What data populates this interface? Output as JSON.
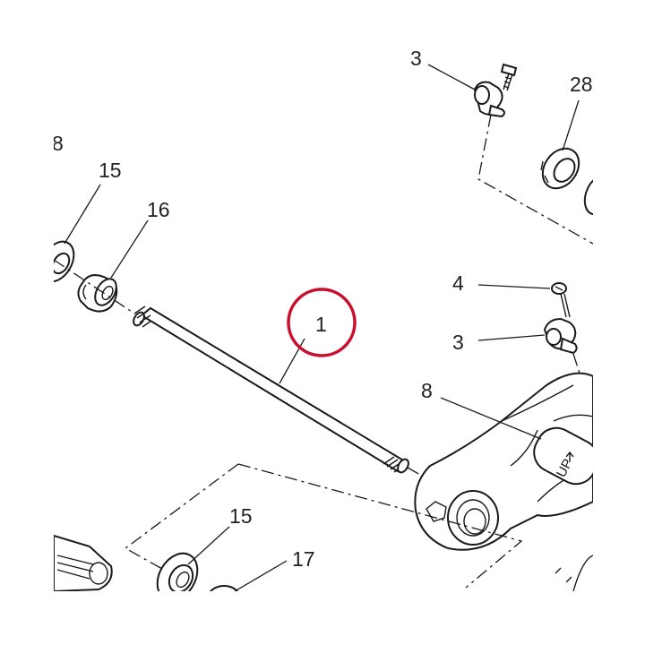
{
  "diagram": {
    "callouts": {
      "c3_top": "3",
      "c28": "28",
      "c8_left": "8",
      "c15_top": "15",
      "c16": "16",
      "c1": "1",
      "c4": "4",
      "c3_mid": "3",
      "c8_mid": "8",
      "c15_bottom": "15",
      "c17": "17"
    },
    "up_mark": "UP",
    "highlight": {
      "part": "1",
      "color": "#c8102e"
    }
  }
}
